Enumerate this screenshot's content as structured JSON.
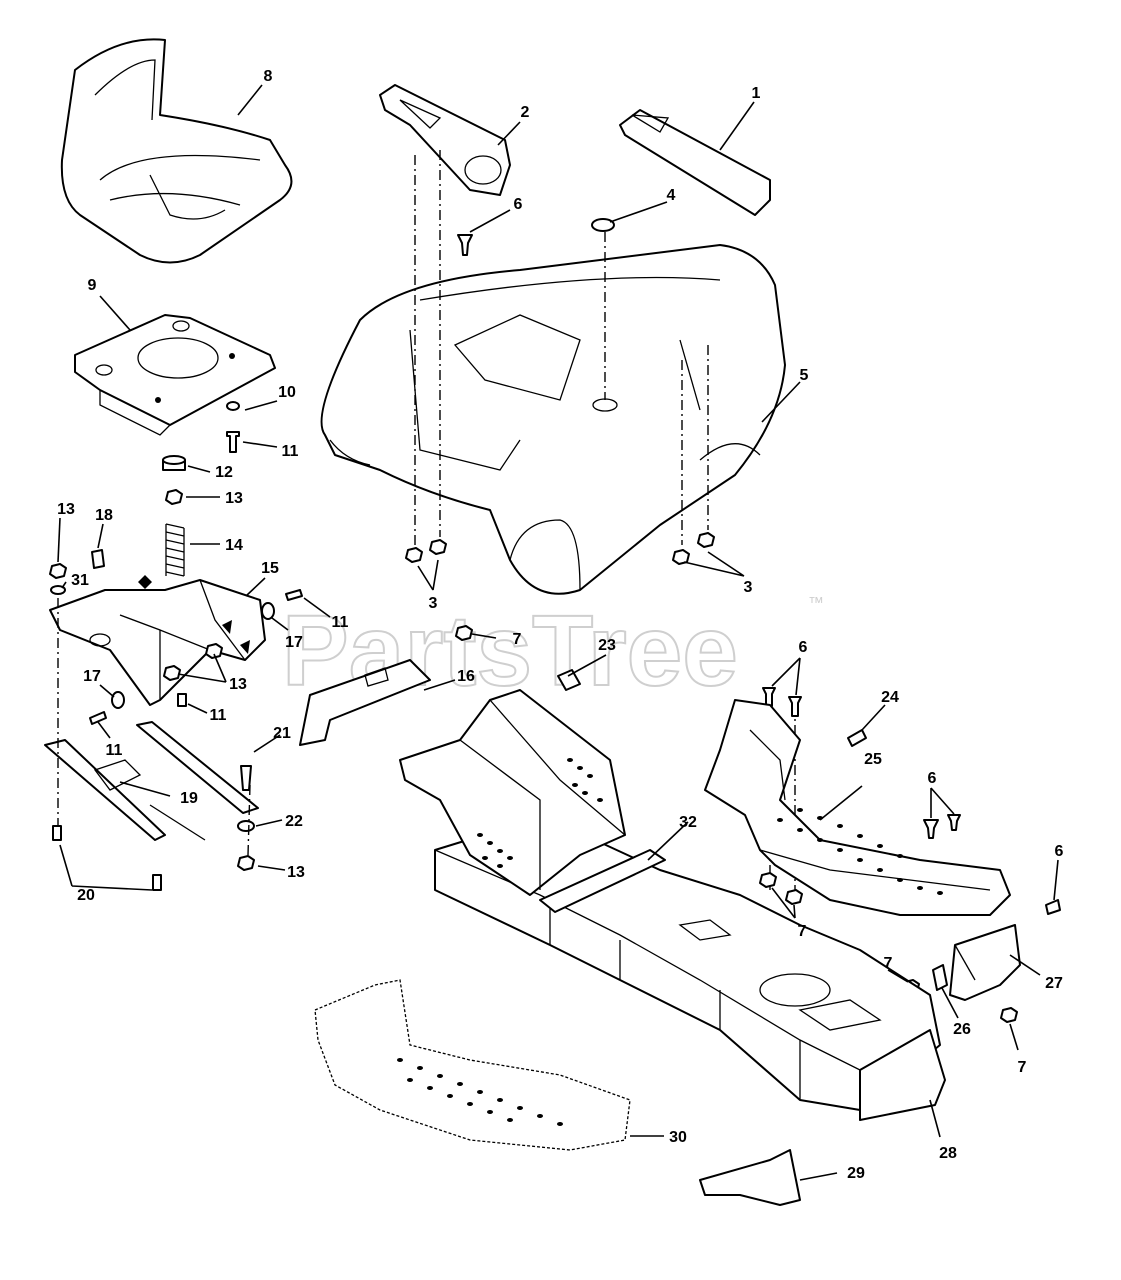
{
  "watermark": {
    "brand": "PartsTree",
    "trademark": "™"
  },
  "colors": {
    "line": "#000000",
    "background": "#ffffff",
    "watermark": "#cfcfcf"
  },
  "callouts": {
    "c1": "1",
    "c2": "2",
    "c3": "3",
    "c4": "4",
    "c5": "5",
    "c6": "6",
    "c7": "7",
    "c8": "8",
    "c9": "9",
    "c10": "10",
    "c11": "11",
    "c12": "12",
    "c13": "13",
    "c14": "14",
    "c15": "15",
    "c16": "16",
    "c17": "17",
    "c18": "18",
    "c19": "19",
    "c20": "20",
    "c21": "21",
    "c22": "22",
    "c23": "23",
    "c24": "24",
    "c25": "25",
    "c26": "26",
    "c27": "27",
    "c28": "28",
    "c29": "29",
    "c30": "30",
    "c31": "31",
    "c32": "32"
  }
}
